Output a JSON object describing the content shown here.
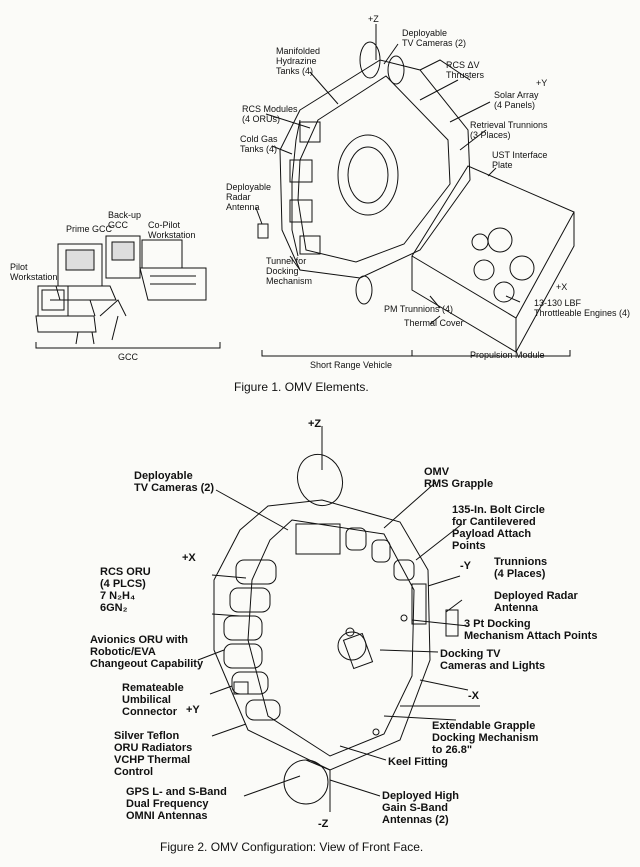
{
  "figure1": {
    "caption": "Figure 1.  OMV Elements.",
    "labels": {
      "pz": "+Z",
      "tv_cameras": [
        "Deployable",
        "TV Cameras (2)"
      ],
      "manifolded": [
        "Manifolded",
        "Hydrazine",
        "Tanks (4)"
      ],
      "rcs_thrusters": [
        "RCS ΔV",
        "Thrusters"
      ],
      "py": "+Y",
      "solar": [
        "Solar Array",
        "(4 Panels)"
      ],
      "rcs_modules": [
        "RCS Modules",
        "(4 ORUs)"
      ],
      "retrieval": [
        "Retrieval Trunnions",
        "(3 Places)"
      ],
      "cold_gas": [
        "Cold Gas",
        "Tanks (4)"
      ],
      "ust": [
        "UST Interface",
        "Plate"
      ],
      "radar": [
        "Deployable",
        "Radar",
        "Antenna"
      ],
      "tunnel": [
        "Tunnel for",
        "Docking",
        "Mechanism"
      ],
      "px": "+X",
      "pm_trunnions": "PM Trunnions (4)",
      "thermal": "Thermal Cover",
      "engines": [
        "13-130 LBF",
        "Throttleable Engines (4)"
      ],
      "prime": "Prime GCC",
      "backup": [
        "Back-up",
        "GCC"
      ],
      "copilot": [
        "Co-Pilot",
        "Workstation"
      ],
      "pilot": [
        "Pilot",
        "Workstation"
      ],
      "gcc": "GCC",
      "srv": "Short Range Vehicle",
      "pm": "Propulsion Module"
    }
  },
  "figure2": {
    "caption": "Figure 2.  OMV Configuration:  View of Front Face.",
    "labels": {
      "pz": "+Z",
      "tv_cameras": [
        "Deployable",
        "TV Cameras (2)"
      ],
      "omv_grapple": [
        "OMV",
        "RMS Grapple"
      ],
      "bolt_circle": [
        "135-In. Bolt Circle",
        "for Cantilevered",
        "Payload Attach",
        "Points"
      ],
      "px": "+X",
      "my": "-Y",
      "trunnions": [
        "Trunnions",
        "(4 Places)"
      ],
      "rcs_oru": [
        "RCS ORU",
        "(4 PLCS)",
        "7 N₂H₄",
        "6GN₂"
      ],
      "deployed_radar": [
        "Deployed Radar",
        "Antenna"
      ],
      "docking_pts": [
        "3 Pt Docking",
        "Mechanism Attach Points"
      ],
      "avionics": [
        "Avionics ORU with",
        "Robotic/EVA",
        "Changeout Capability"
      ],
      "docking_tv": [
        "Docking TV",
        "Cameras and Lights"
      ],
      "umbilical": [
        "Remateable",
        "Umbilical",
        "Connector"
      ],
      "py": "+Y",
      "mx": "-X",
      "silver": [
        "Silver Teflon",
        "ORU Radiators",
        "VCHP Thermal",
        "Control"
      ],
      "extendable": [
        "Extendable Grapple",
        "Docking Mechanism",
        "to 26.8\""
      ],
      "keel": "Keel Fitting",
      "gps": [
        "GPS L- and S-Band",
        "Dual Frequency",
        "OMNI Antennas"
      ],
      "high_gain": [
        "Deployed High",
        "Gain S-Band",
        "Antennas (2)"
      ],
      "mz": "-Z"
    }
  }
}
